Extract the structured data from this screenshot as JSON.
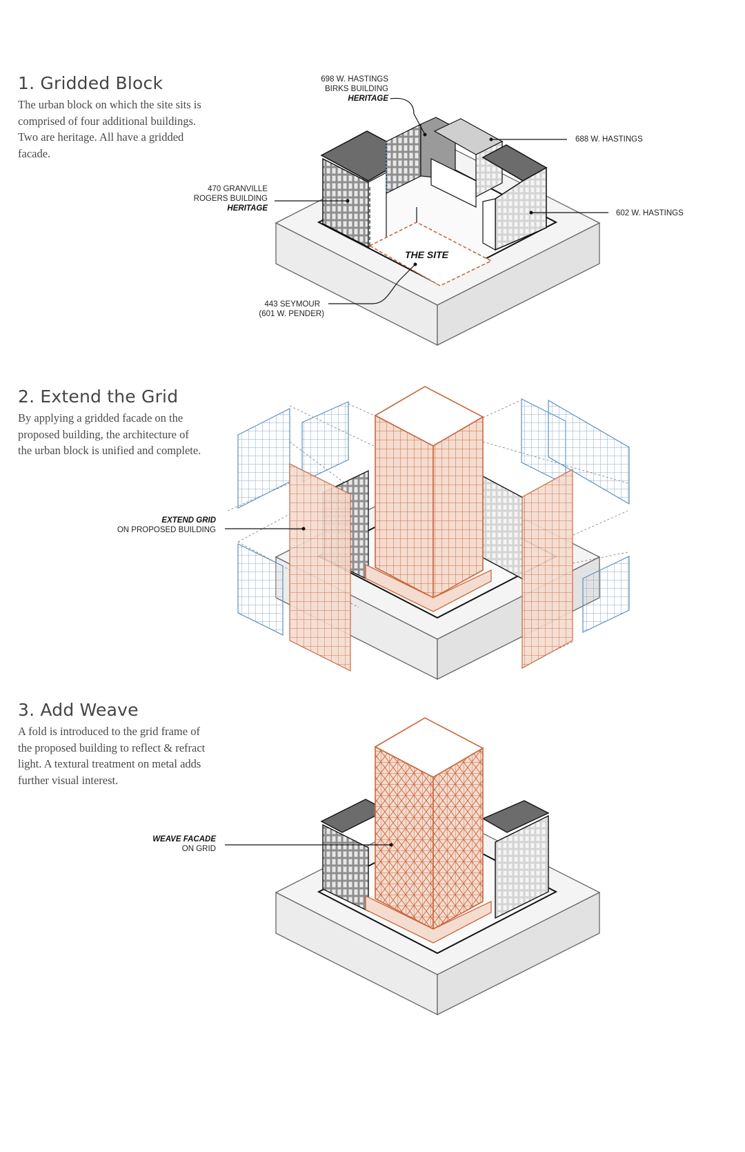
{
  "sections": [
    {
      "heading": "1. Gridded Block",
      "description": "The urban block on which the site sits is comprised of four additional buildings. Two are heritage. All have a gridded facade.",
      "labels": {
        "birks": [
          "698 W. HASTINGS",
          "BIRKS BUILDING",
          "HERITAGE"
        ],
        "w688": [
          "688 W. HASTINGS"
        ],
        "rogers": [
          "470 GRANVILLE",
          "ROGERS BUILDING",
          "HERITAGE"
        ],
        "w602": [
          "602 W. HASTINGS"
        ],
        "site": [
          "THE SITE"
        ],
        "seymour": [
          "443 SEYMOUR",
          "(601 W. PENDER)"
        ]
      }
    },
    {
      "heading": "2. Extend the Grid",
      "description": "By applying a gridded facade on the proposed building, the architecture of the urban block is unified and complete.",
      "labels": {
        "extend": [
          "EXTEND GRID",
          "ON PROPOSED BUILDING"
        ]
      }
    },
    {
      "heading": "3. Add Weave",
      "description": "A fold is introduced to the grid frame of the proposed building to reflect & refract light. A textural treatment on metal adds further visual interest.",
      "labels": {
        "weave": [
          "WEAVE FACADE",
          "ON GRID"
        ]
      }
    }
  ],
  "colors": {
    "accent": "#c8683d",
    "accent_fill": "#f3d7cb",
    "heritage_blue": "#5b8fbf",
    "line": "#222222",
    "base_fill": "#f1f1f1"
  }
}
